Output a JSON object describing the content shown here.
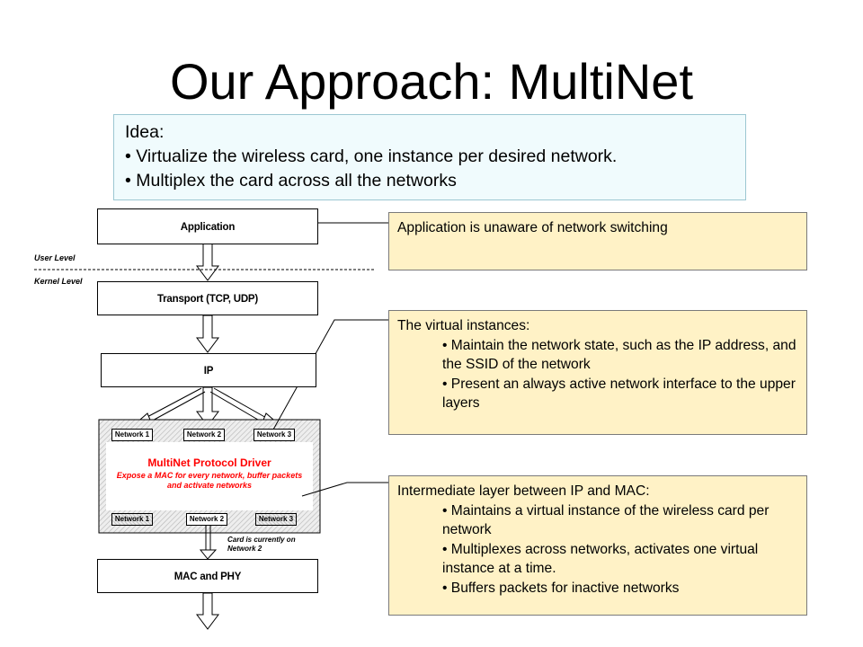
{
  "title": "Our Approach: MultiNet",
  "idea": {
    "heading": "Idea:",
    "bullets": [
      "• Virtualize the wireless card, one instance per desired network.",
      "• Multiplex the card across all the networks"
    ]
  },
  "notes": {
    "app": {
      "text": "Application is unaware of network switching"
    },
    "virtual": {
      "heading": "The virtual instances:",
      "bullets": [
        "• Maintain the network state, such as the IP address, and the SSID of the network",
        "• Present an always active network interface to the upper layers"
      ]
    },
    "intermediate": {
      "heading": "Intermediate layer between IP and MAC:",
      "bullets": [
        "• Maintains a virtual instance of the wireless card per network",
        "• Multiplexes across networks, activates one virtual instance at a time.",
        "• Buffers packets for inactive networks"
      ]
    }
  },
  "diagram": {
    "application": "Application",
    "user_level": "User Level",
    "kernel_level": "Kernel Level",
    "transport": "Transport (TCP, UDP)",
    "ip": "IP",
    "top_networks": [
      "Network 1",
      "Network 2",
      "Network 3"
    ],
    "driver_title": "MultiNet Protocol Driver",
    "driver_sub": [
      "Expose a MAC for every network, buffer packets",
      "and activate networks"
    ],
    "bottom_networks": [
      "Network 1",
      "Network 2",
      "Network 3"
    ],
    "card_note": [
      "Card is currently on",
      "Network 2"
    ],
    "mac": "MAC and PHY"
  },
  "colors": {
    "note_bg": "#fff2c6",
    "idea_bg": "#f0fbfd",
    "driver_text": "#ff0000"
  }
}
